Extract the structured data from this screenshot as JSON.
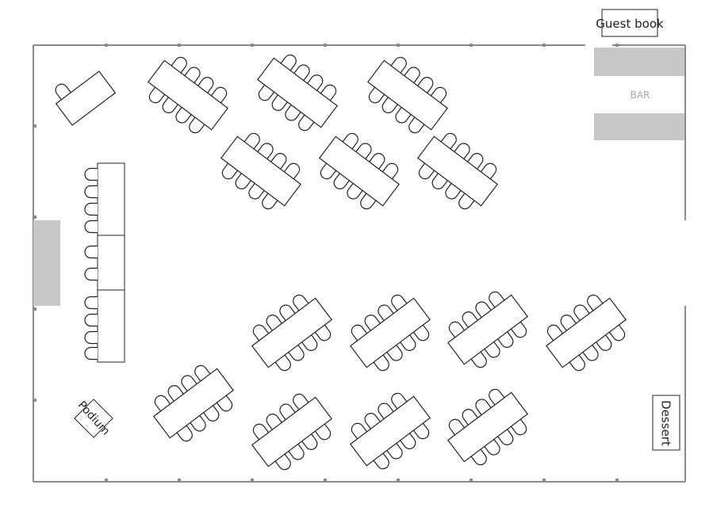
{
  "labels": {
    "guest_book": "Guest book",
    "bar": "BAR",
    "dessert": "Dessert",
    "podium": "Podium"
  },
  "colors": {
    "wall": "#8a8a8a",
    "furniture_stroke": "#222222",
    "fill_gray": "#c8c6c6",
    "bar_text": "#a6a6a6"
  }
}
